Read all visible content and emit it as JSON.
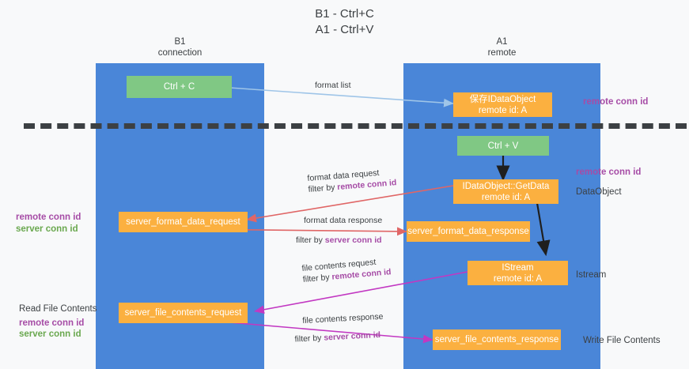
{
  "title": {
    "line1": "B1 - Ctrl+C",
    "line2": "A1 - Ctrl+V"
  },
  "columns": [
    {
      "id": "b1",
      "name": "B1",
      "role": "connection"
    },
    {
      "id": "a1",
      "name": "A1",
      "role": "remote"
    }
  ],
  "legend": {
    "remote_conn_id": "remote conn id",
    "server_conn_id": "server conn id",
    "remote_color": "#a64ca6",
    "server_color": "#6aa84f"
  },
  "nodes": {
    "ctrl_c": {
      "label": "Ctrl + C",
      "color": "#80c884"
    },
    "ctrl_v": {
      "label": "Ctrl + V",
      "color": "#80c884"
    },
    "save_dataobject": {
      "line1": "保存IDataObject",
      "line2": "remote id: A",
      "color": "#fbb040"
    },
    "getdata": {
      "line1": "IDataObject::GetData",
      "line2": "remote id: A",
      "color": "#fbb040"
    },
    "format_data_request": {
      "line1": "server_format_data_request",
      "color": "#fbb040"
    },
    "format_data_response": {
      "line1": "server_format_data_response",
      "color": "#fbb040"
    },
    "istream": {
      "line1": "IStream",
      "line2": "remote id: A",
      "color": "#fbb040"
    },
    "file_contents_request": {
      "line1": "server_file_contents_request",
      "color": "#fbb040"
    },
    "file_contents_response": {
      "line1": "server_file_contents_response",
      "color": "#fbb040"
    }
  },
  "edges": {
    "format_list": {
      "label": "format list",
      "color": "#9fc5e8"
    },
    "format_data_request": {
      "label": "format data request",
      "filter_prefix": "filter by ",
      "filter_key": "remote conn id",
      "color": "#e06666"
    },
    "format_data_response": {
      "label": "format data response",
      "filter_prefix": "filter by ",
      "filter_key": "server conn id",
      "color": "#e06666"
    },
    "file_contents_request": {
      "label": "file contents request",
      "filter_prefix": "filter by ",
      "filter_key": "remote conn id",
      "color": "#c238c2"
    },
    "file_contents_response": {
      "label": "file contents response",
      "filter_prefix": "filter by ",
      "filter_key": "server conn id",
      "color": "#c238c2"
    }
  },
  "annotations": {
    "right_top_remote": "remote conn id",
    "right_mid_remote": "remote conn id",
    "dataobject": "DataObject",
    "istream": "Istream",
    "write_file_contents": "Write File Contents",
    "left_remote": "remote conn id",
    "left_server": "server conn id",
    "read_file_contents": "Read File Contents",
    "left_bottom_remote": "remote conn id",
    "left_bottom_server": "server conn id"
  }
}
